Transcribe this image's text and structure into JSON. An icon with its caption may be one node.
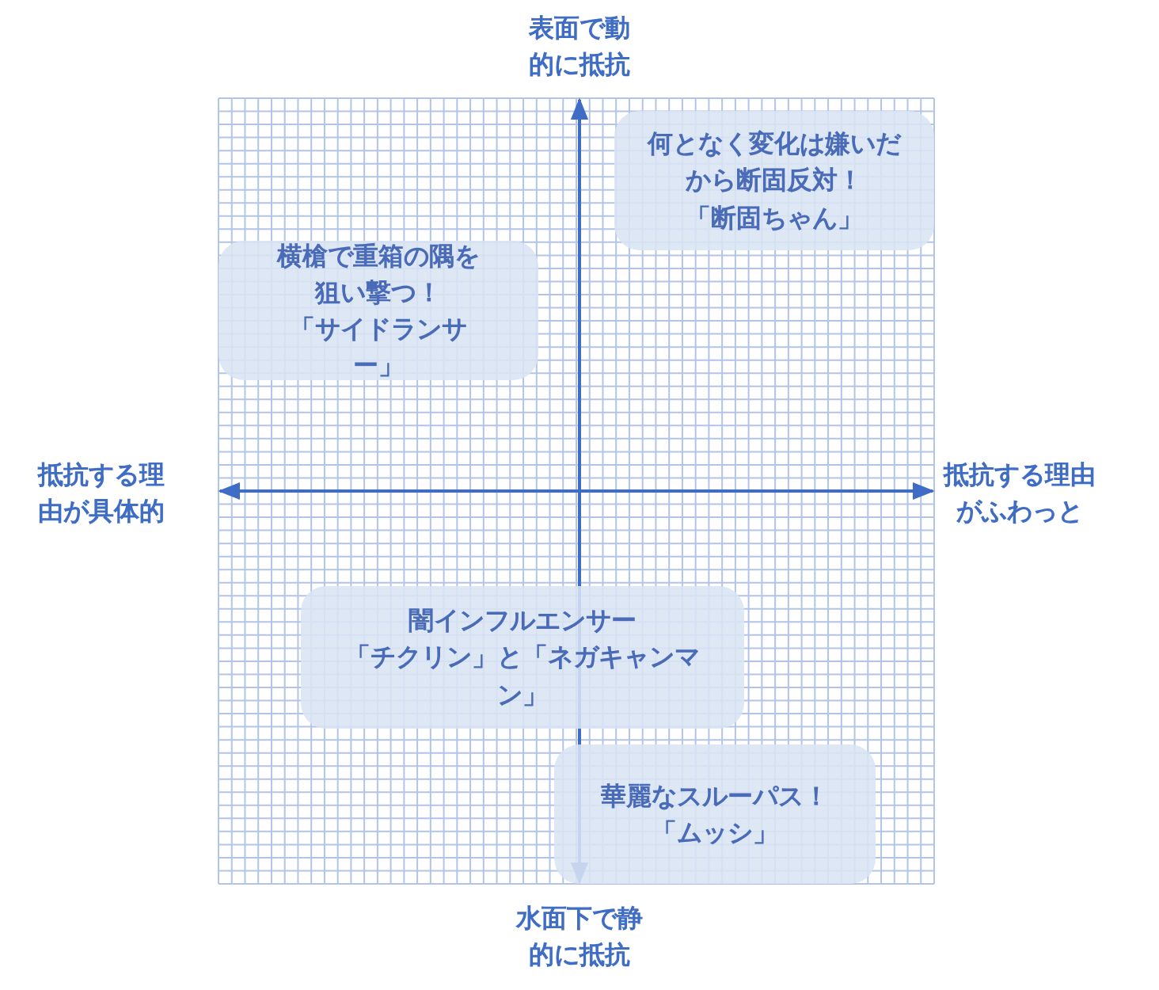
{
  "diagram": {
    "nodes": [
      {
        "text": [
          "何となく変化は嫌いだから断固反対！",
          "「断固ちゃん」"
        ]
      },
      {
        "text": [
          "横槍で重箱の隅を狙い撃つ！",
          "「サイドランサー」"
        ]
      },
      {
        "text": [
          "闇インフルエンサー",
          "「チクリン」と「ネガキャンマン」"
        ]
      },
      {
        "text": [
          "華麗なスルーパス！",
          "「ムッシ」"
        ]
      }
    ],
    "labels": [
      "表面で動的に抵抗",
      "抵抗する理由が具体的",
      "抵抗する理由がふわっと",
      "水面下で静的に抵抗"
    ]
  }
}
